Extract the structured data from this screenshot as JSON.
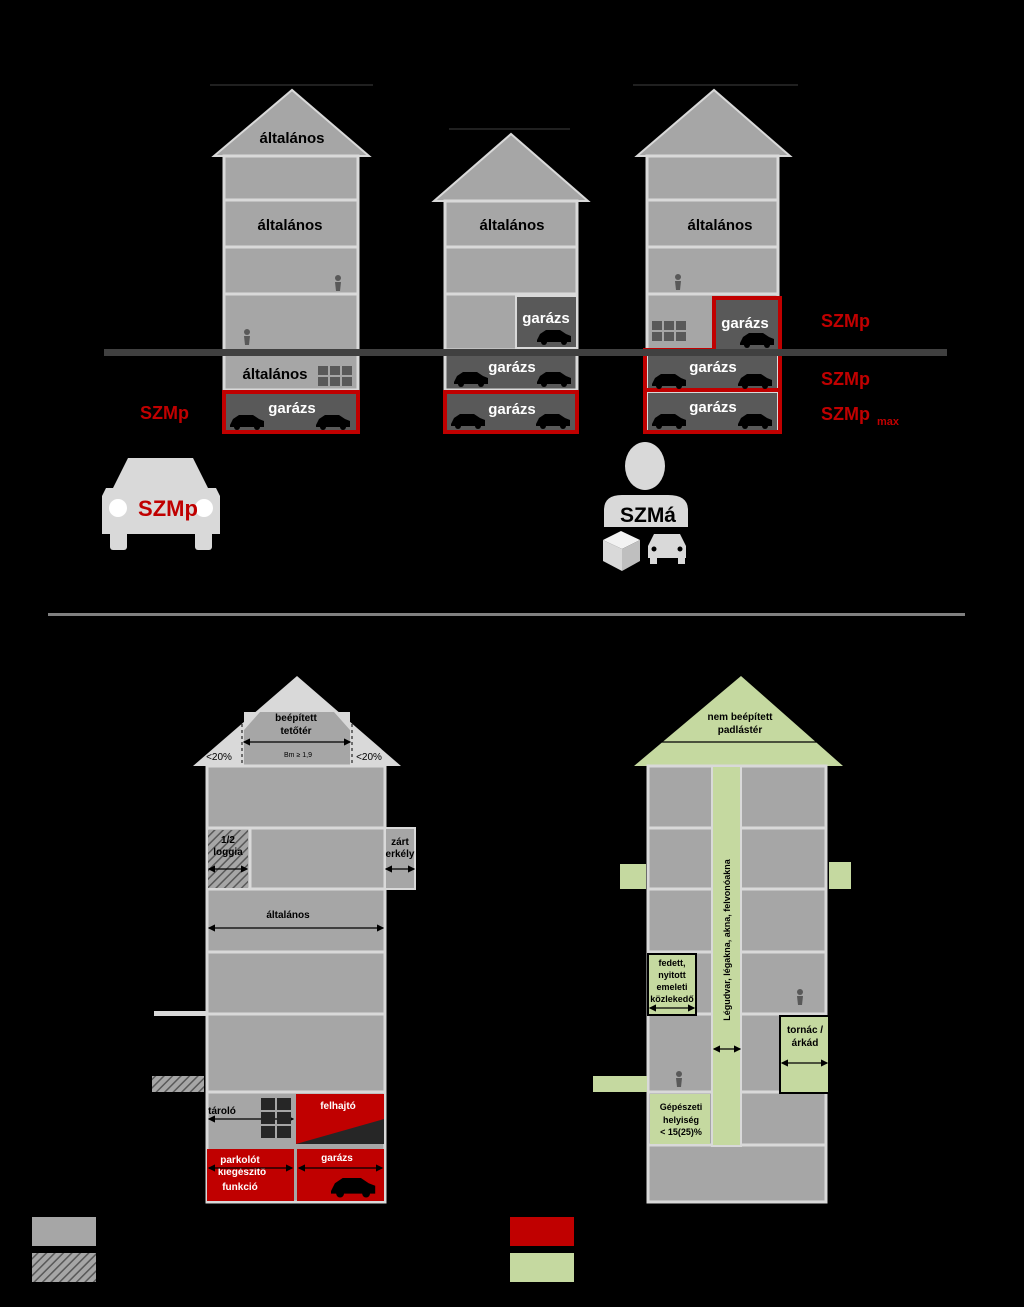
{
  "colors": {
    "background": "#000000",
    "wall_gray": "#a6a6a6",
    "floor_line": "#d9d9d9",
    "garage_dark": "#595959",
    "highlight_red": "#c00000",
    "green": "#c5d9a0",
    "icon_white": "#d9d9d9",
    "divider": "#808080"
  },
  "top": {
    "labels": {
      "altalanos": "általános",
      "garazs": "garázs",
      "szmp": "SZMp",
      "szmp_max_main": "SZMp",
      "szmp_max_sub": "max"
    },
    "car_badge": "SZMp",
    "person_badge": "SZMá",
    "icons": [
      "person-icon",
      "car-icon",
      "window-grid-icon",
      "box-icon"
    ]
  },
  "bottom": {
    "left": {
      "roof_label_1": "beépített",
      "roof_label_2": "tetőtér",
      "roof_formula": "Bm ≥ 1,9",
      "pct_left": "<20%",
      "pct_right": "<20%",
      "loggia_1": "1/2",
      "loggia_2": "loggia",
      "erkely_1": "zárt",
      "erkely_2": "erkély",
      "altalanos": "általános",
      "tarolo": "tároló",
      "felhajto": "felhajtó",
      "parkolo_1": "parkolót",
      "parkolo_2": "kiegészítő",
      "parkolo_3": "funkció",
      "garazs": "garázs"
    },
    "right": {
      "roof_1": "nem beépített",
      "roof_2": "padlástér",
      "shaft": "Légudvar, légakna, akna, felvonóakna",
      "kozl_1": "fedett,",
      "kozl_2": "nyitott",
      "kozl_3": "emeleti",
      "kozl_4": "közlekedő",
      "tornac_1": "tornác /",
      "tornac_2": "árkád",
      "gep_1": "Gépészeti",
      "gep_2": "helyiség",
      "gep_3": "< 15(25)%"
    }
  }
}
